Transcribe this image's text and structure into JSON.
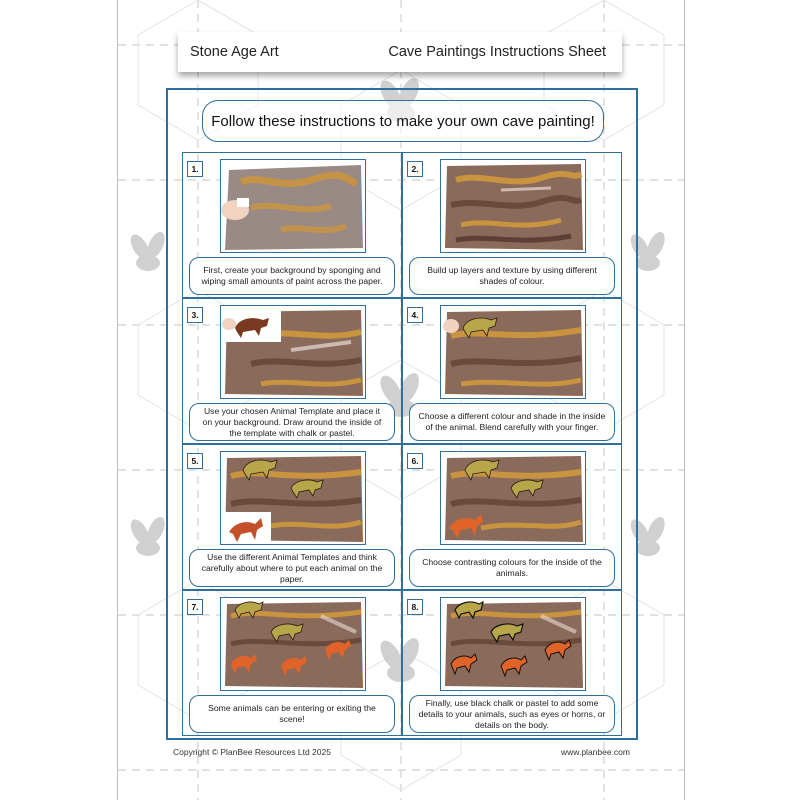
{
  "header": {
    "subject": "Stone Age Art",
    "sheet_title": "Cave Paintings Instructions Sheet"
  },
  "intro": "Follow these instructions to make your own cave painting!",
  "steps": [
    {
      "number": "1.",
      "text": "First, create your background by sponging and wiping small amounts of paint across the paper."
    },
    {
      "number": "2.",
      "text": "Build up layers and texture by using different shades of colour."
    },
    {
      "number": "3.",
      "text": "Use your chosen Animal Template and place it on your background. Draw around the inside of the template with chalk or pastel."
    },
    {
      "number": "4.",
      "text": "Choose a different colour and shade in the inside of the animal. Blend carefully with your finger."
    },
    {
      "number": "5.",
      "text": "Use the different Animal Templates and think carefully about where to put each animal on the paper."
    },
    {
      "number": "6.",
      "text": "Choose contrasting colours for the inside of the animals."
    },
    {
      "number": "7.",
      "text": "Some animals can be entering or exiting the scene!"
    },
    {
      "number": "8.",
      "text": "Finally, use black chalk or pastel to add some details to your animals, such as eyes or horns, or details on the body."
    }
  ],
  "footer": {
    "copyright": "Copyright © PlanBee Resources Ltd 2025",
    "website": "www.planbee.com"
  },
  "colors": {
    "accent": "#2f6f9e",
    "paper_brown": "#8a6a5a",
    "ochre": "#c9943f",
    "orange": "#e0642a"
  }
}
